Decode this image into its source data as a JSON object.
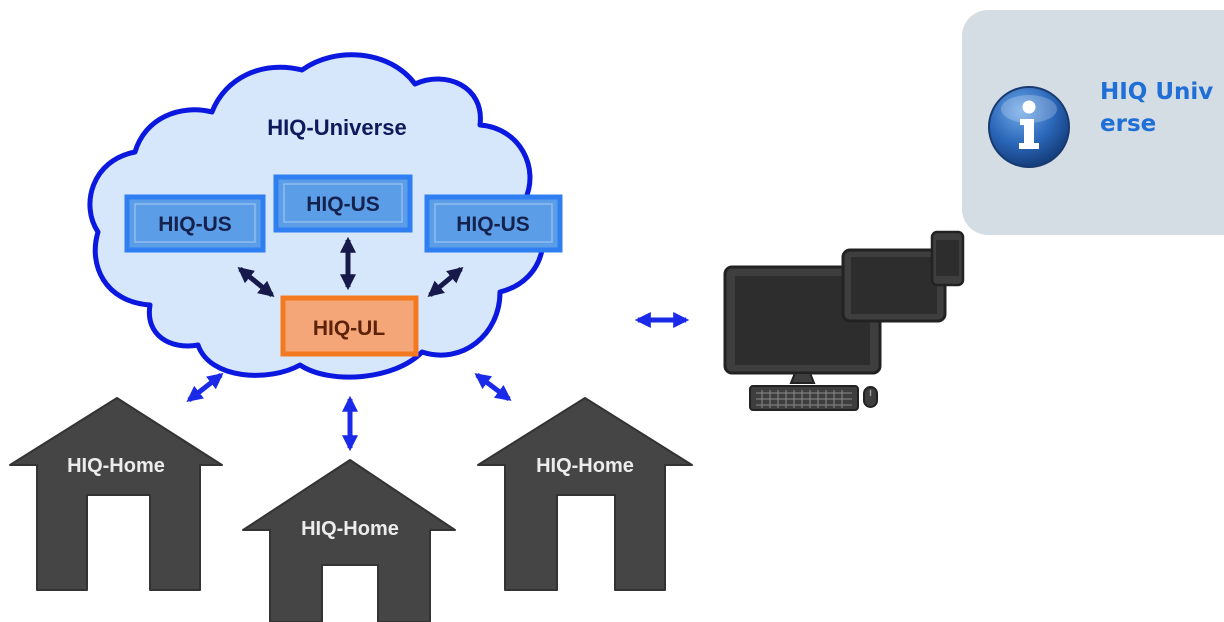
{
  "cloud": {
    "title": "HIQ-Universe"
  },
  "servers": [
    {
      "label": "HIQ-US"
    },
    {
      "label": "HIQ-US"
    },
    {
      "label": "HIQ-US"
    }
  ],
  "ledger": {
    "label": "HIQ-UL"
  },
  "homes": [
    {
      "label": "HIQ-Home"
    },
    {
      "label": "HIQ-Home"
    },
    {
      "label": "HIQ-Home"
    }
  ],
  "info_box": {
    "title": "HIQ Universe",
    "icon": "info-icon"
  },
  "colors": {
    "cloud_fill": "#d6e6fb",
    "cloud_stroke": "#0a18e0",
    "server_fill": "#5b9de6",
    "server_stroke": "#2f7ff2",
    "ledger_fill": "#f4a679",
    "ledger_stroke": "#f37a20",
    "arrow_dark": "#16194a",
    "arrow_blue": "#1a2ae8",
    "house": "#454545",
    "info_box_bg": "#d4dce4",
    "info_text": "#1f6fd6"
  }
}
